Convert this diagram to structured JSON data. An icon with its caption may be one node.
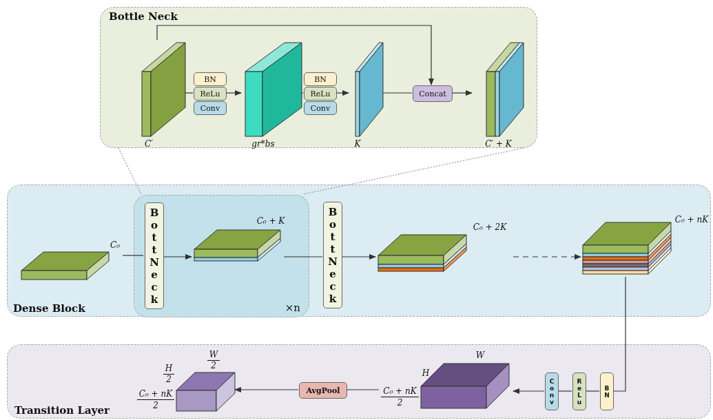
{
  "diagram": {
    "nodes": [
      {
        "text": [
          "Bottle Neck"
        ]
      },
      {
        "text": [
          "C′"
        ],
        "in": 0
      },
      {
        "text": [
          "BN"
        ],
        "in": 0
      },
      {
        "text": [
          "ReLu"
        ],
        "in": 0
      },
      {
        "text": [
          "Conv"
        ],
        "in": 0
      },
      {
        "text": [
          "gr*bs"
        ],
        "in": 0
      },
      {
        "text": [
          "BN"
        ],
        "in": 0
      },
      {
        "text": [
          "ReLu"
        ],
        "in": 0
      },
      {
        "text": [
          "Conv"
        ],
        "in": 0
      },
      {
        "text": [
          "K"
        ],
        "in": 0
      },
      {
        "text": [
          "Concat"
        ],
        "in": 0
      },
      {
        "text": [
          "C′ + K"
        ],
        "in": 0
      },
      {
        "text": [
          "Dense Block"
        ]
      },
      {
        "text": [
          "C₀"
        ],
        "in": 12
      },
      {
        "text": [
          "×n"
        ],
        "in": 12
      },
      {
        "text": [
          "BottNeck"
        ],
        "in": 14
      },
      {
        "text": [
          "C₀ + K"
        ],
        "in": 14
      },
      {
        "text": [
          "BottNeck"
        ],
        "in": 12
      },
      {
        "text": [
          "C₀ + 2K"
        ],
        "in": 12
      },
      {
        "text": [
          "C₀ + nK"
        ],
        "in": 12
      },
      {
        "text": [
          "Transition Layer"
        ]
      },
      {
        "text": [
          "BN"
        ],
        "in": 20
      },
      {
        "text": [
          "ReLu"
        ],
        "in": 20
      },
      {
        "text": [
          "Conv"
        ],
        "in": 20
      },
      {
        "text": [
          "W",
          "H",
          "C₀ + nK",
          "2"
        ],
        "in": 20
      },
      {
        "text": [
          "AvgPool"
        ],
        "in": 20
      },
      {
        "text": [
          "W",
          "2",
          "H",
          "2",
          "C₀ + nK",
          "2"
        ],
        "in": 20
      }
    ],
    "edges": [
      {
        "from": 1,
        "to": 3,
        "arrow": "none"
      },
      {
        "from": 3,
        "to": 5,
        "arrow": "to"
      },
      {
        "from": 5,
        "to": 7,
        "arrow": "none"
      },
      {
        "from": 7,
        "to": 9,
        "arrow": "to"
      },
      {
        "from": 9,
        "to": 10,
        "arrow": "none"
      },
      {
        "from": 10,
        "to": 11,
        "arrow": "to"
      },
      {
        "from": 1,
        "to": 10,
        "arrow": "to"
      },
      {
        "from": 0,
        "to": 14,
        "arrow": "none",
        "style": "dashed",
        "color": "#999999"
      },
      {
        "from": 0,
        "to": 14,
        "arrow": "none",
        "style": "dashed",
        "color": "#999999"
      },
      {
        "from": 13,
        "to": 15,
        "arrow": "none"
      },
      {
        "from": 15,
        "to": 16,
        "arrow": "to"
      },
      {
        "from": 16,
        "to": 17,
        "arrow": "none"
      },
      {
        "from": 17,
        "to": 18,
        "arrow": "to"
      },
      {
        "from": 18,
        "to": 19,
        "arrow": "to",
        "style": "dashed"
      },
      {
        "from": 19,
        "to": 21,
        "arrow": "none"
      },
      {
        "from": 21,
        "to": 22,
        "arrow": "none"
      },
      {
        "from": 22,
        "to": 23,
        "arrow": "none"
      },
      {
        "from": 23,
        "to": 24,
        "arrow": "to"
      },
      {
        "from": 24,
        "to": 25,
        "arrow": "none"
      },
      {
        "from": 25,
        "to": 26,
        "arrow": "to"
      }
    ]
  }
}
